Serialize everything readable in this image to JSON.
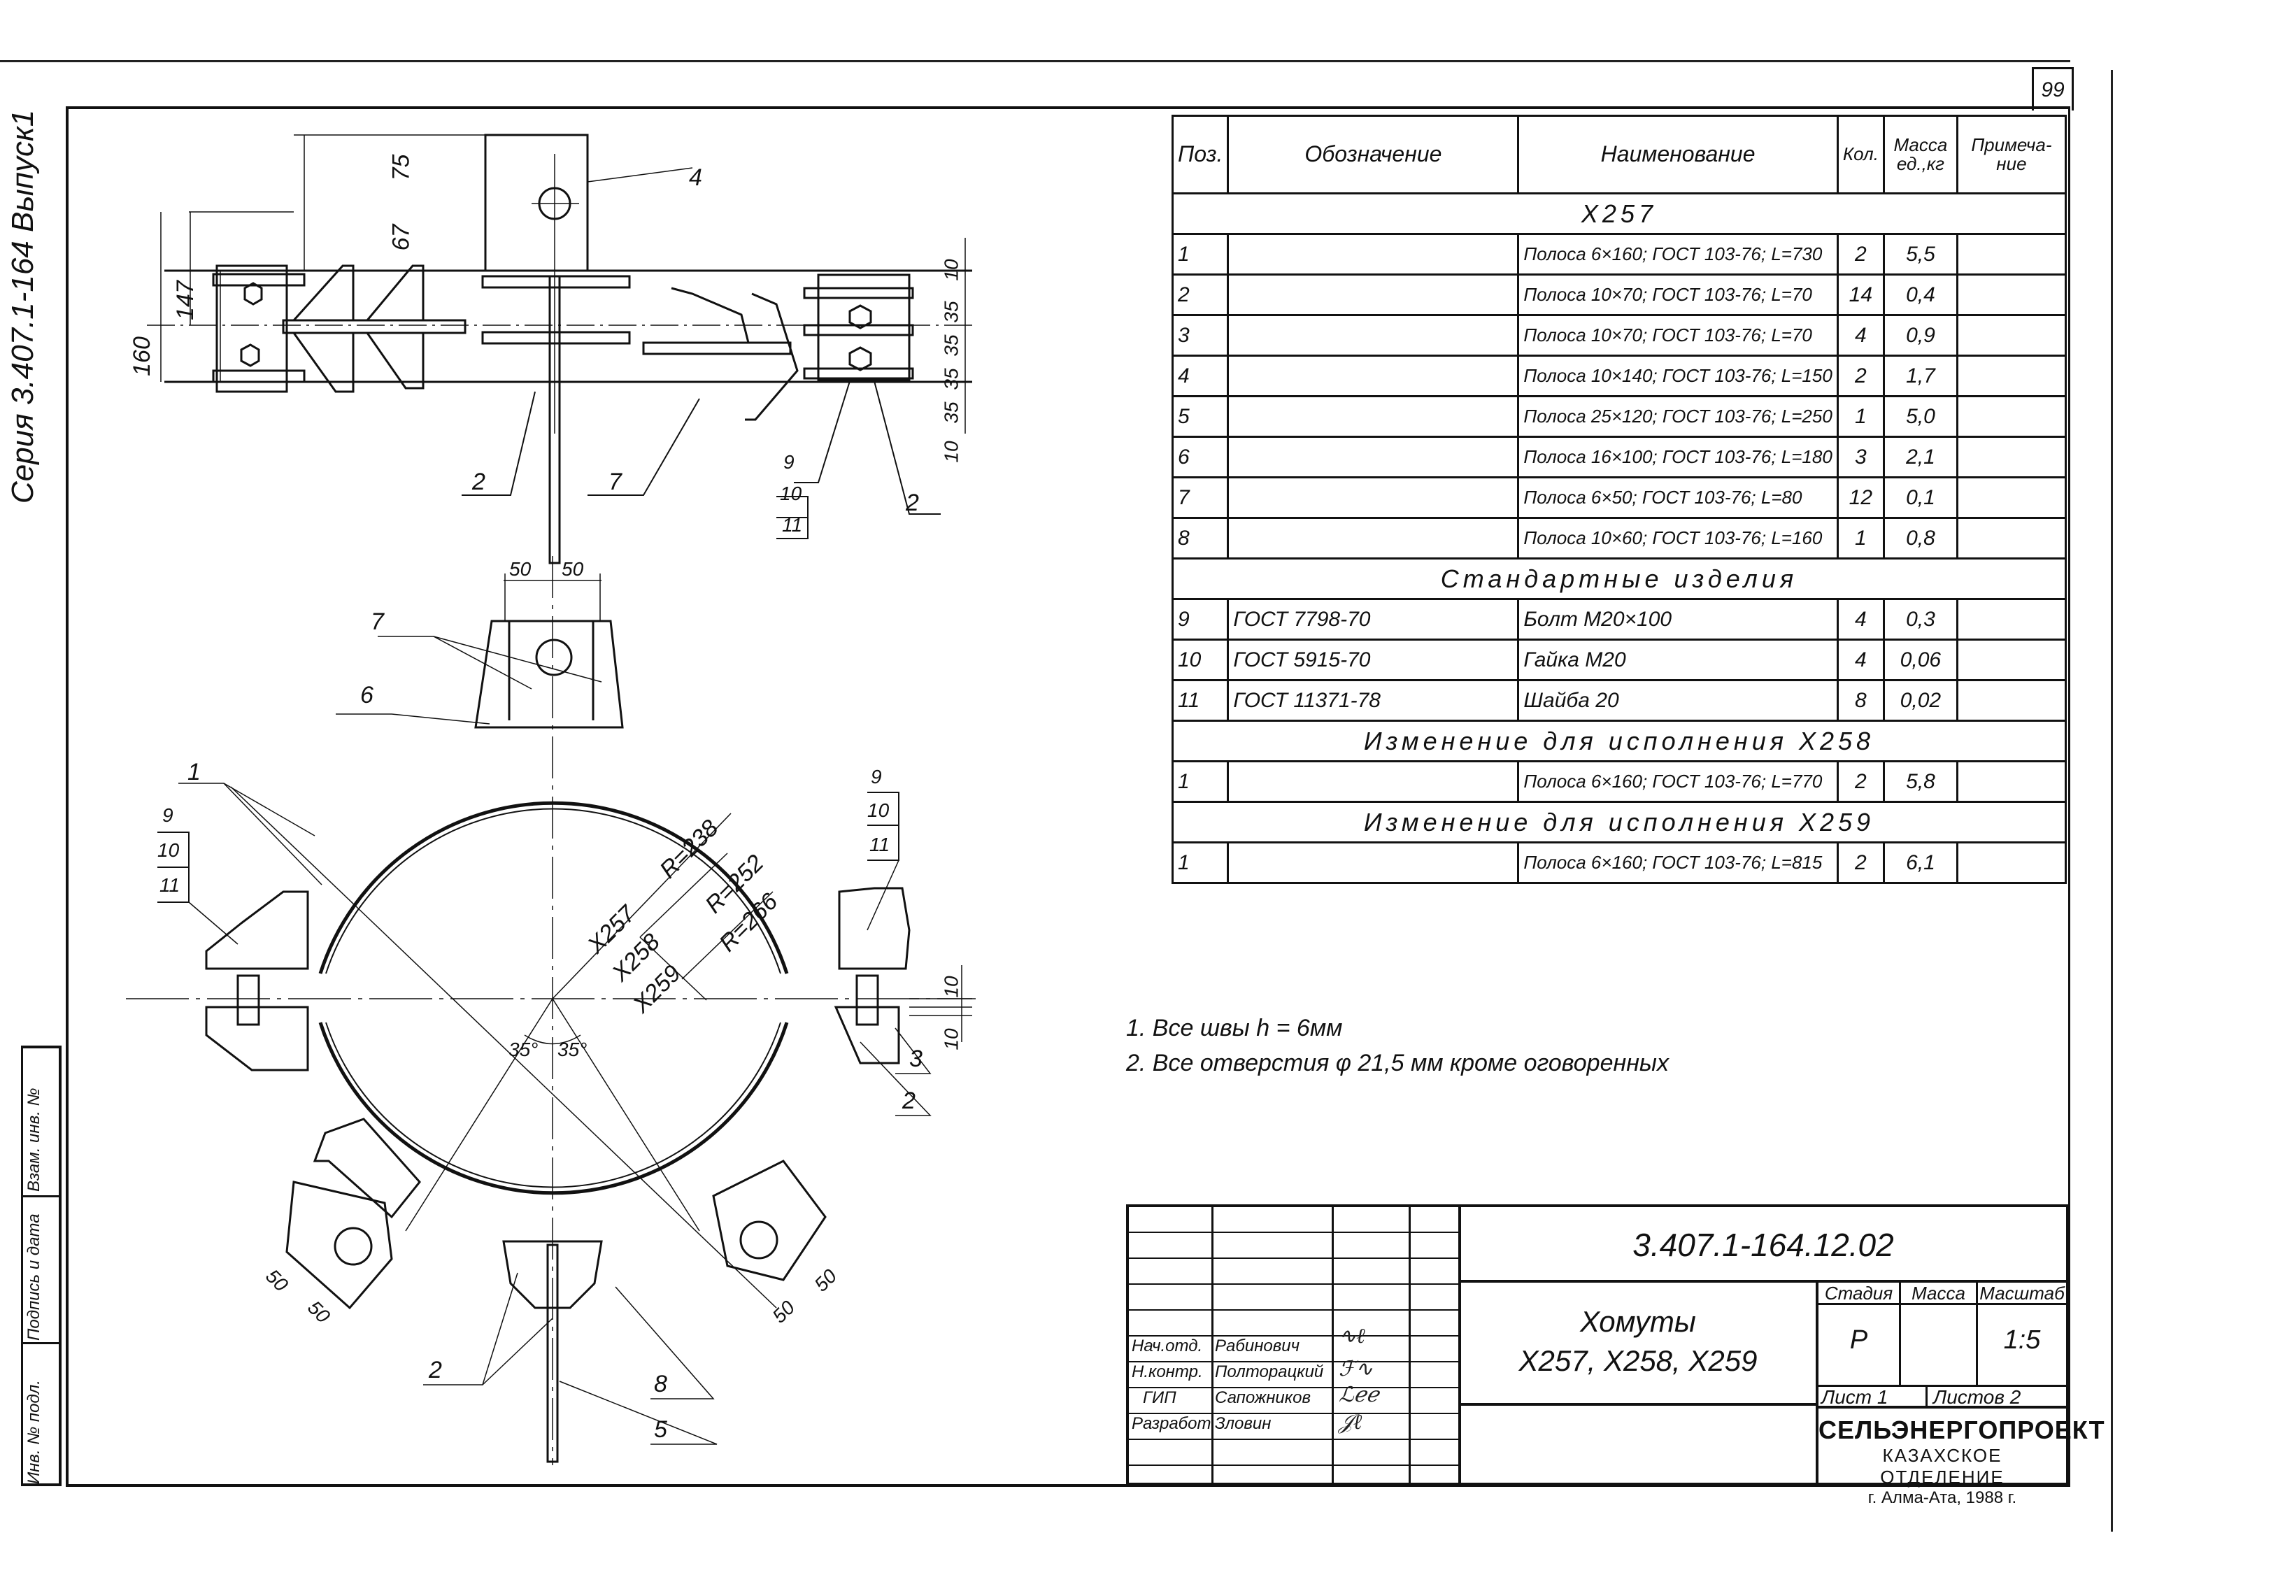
{
  "sheet_number": "99",
  "series_label": "Серия 3.407.1-164 Выпуск1",
  "margin_labels": [
    "Взам. инв. №",
    "Подпись и дата",
    "Инв. № подл."
  ],
  "spec_table": {
    "headers": {
      "pos": "Поз.",
      "designation": "Обозначение",
      "name": "Наименование",
      "qty": "Кол.",
      "mass": "Масса ед.,кг",
      "note": "Примеча-ние"
    },
    "sections": [
      {
        "title": "X257",
        "rows": [
          {
            "pos": "1",
            "designation": "",
            "name": "Полоса 6×160; ГОСТ 103-76; L=730",
            "qty": "2",
            "mass": "5,5",
            "note": ""
          },
          {
            "pos": "2",
            "designation": "",
            "name": "Полоса 10×70; ГОСТ 103-76; L=70",
            "qty": "14",
            "mass": "0,4",
            "note": ""
          },
          {
            "pos": "3",
            "designation": "",
            "name": "Полоса 10×70; ГОСТ 103-76; L=70",
            "qty": "4",
            "mass": "0,9",
            "note": ""
          },
          {
            "pos": "4",
            "designation": "",
            "name": "Полоса 10×140; ГОСТ 103-76; L=150",
            "qty": "2",
            "mass": "1,7",
            "note": ""
          },
          {
            "pos": "5",
            "designation": "",
            "name": "Полоса 25×120; ГОСТ 103-76; L=250",
            "qty": "1",
            "mass": "5,0",
            "note": ""
          },
          {
            "pos": "6",
            "designation": "",
            "name": "Полоса 16×100; ГОСТ 103-76; L=180",
            "qty": "3",
            "mass": "2,1",
            "note": ""
          },
          {
            "pos": "7",
            "designation": "",
            "name": "Полоса 6×50; ГОСТ 103-76; L=80",
            "qty": "12",
            "mass": "0,1",
            "note": ""
          },
          {
            "pos": "8",
            "designation": "",
            "name": "Полоса 10×60; ГОСТ 103-76; L=160",
            "qty": "1",
            "mass": "0,8",
            "note": ""
          }
        ]
      },
      {
        "title": "Стандартные изделия",
        "rows": [
          {
            "pos": "9",
            "designation": "ГОСТ 7798-70",
            "name": "Болт М20×100",
            "qty": "4",
            "mass": "0,3",
            "note": ""
          },
          {
            "pos": "10",
            "designation": "ГОСТ 5915-70",
            "name": "Гайка М20",
            "qty": "4",
            "mass": "0,06",
            "note": ""
          },
          {
            "pos": "11",
            "designation": "ГОСТ 11371-78",
            "name": "Шайба 20",
            "qty": "8",
            "mass": "0,02",
            "note": ""
          }
        ]
      },
      {
        "title": "Изменение для исполнения X258",
        "rows": [
          {
            "pos": "1",
            "designation": "",
            "name": "Полоса 6×160; ГОСТ 103-76; L=770",
            "qty": "2",
            "mass": "5,8",
            "note": ""
          }
        ]
      },
      {
        "title": "Изменение для исполнения X259",
        "rows": [
          {
            "pos": "1",
            "designation": "",
            "name": "Полоса 6×160; ГОСТ 103-76; L=815",
            "qty": "2",
            "mass": "6,1",
            "note": ""
          }
        ]
      }
    ]
  },
  "notes": [
    "1. Все швы h = 6мм",
    "2. Все отверстия φ 21,5 мм кроме оговоренных"
  ],
  "title_block": {
    "document_code": "3.407.1-164.12.02",
    "title_line1": "Хомуты",
    "title_line2": "X257, X258, X259",
    "stage_label": "Стадия",
    "mass_label": "Масса",
    "scale_label": "Масштаб",
    "stage_value": "Р",
    "mass_value": "",
    "scale_value": "1:5",
    "sheet_label": "Лист 1",
    "sheets_label": "Листов 2",
    "organization": "СЕЛЬЭНЕРГОПРОЕКТ",
    "division": "КАЗАХСКОЕ ОТДЕЛЕНИЕ",
    "city_year": "г. Алма-Ата, 1988 г.",
    "signatories": [
      {
        "role": "Нач.отд.",
        "name": "Рабинович"
      },
      {
        "role": "Н.контр.",
        "name": "Полторацкий"
      },
      {
        "role": "ГИП",
        "name": "Сапожников"
      },
      {
        "role": "Разработ.",
        "name": "Зловин"
      }
    ]
  },
  "drawing": {
    "top_view_dims": {
      "d75": "75",
      "d67": "67",
      "d147": "147",
      "d160": "160",
      "d10a": "10",
      "d35a": "35",
      "d35b": "35",
      "d35c": "35",
      "d35d": "35",
      "d10b": "10"
    },
    "front_view_dims": {
      "w50a": "50",
      "w50b": "50",
      "r238": "R=238",
      "r252": "R=252",
      "r266": "R=266",
      "x257": "X257",
      "x258": "X258",
      "x259": "X259",
      "ang_a": "35°",
      "ang_b": "35°",
      "gap10a": "10",
      "gap10b": "10",
      "bl50a": "50",
      "bl50b": "50",
      "br50a": "50",
      "br50b": "50"
    },
    "callouts": {
      "c1": "1",
      "c2a": "2",
      "c2b": "2",
      "c2c": "2",
      "c2d": "2",
      "c3": "3",
      "c4": "4",
      "c5": "5",
      "c6": "6",
      "c7a": "7",
      "c7b": "7",
      "c8": "8",
      "c9a": "9",
      "c10a": "10",
      "c11a": "11",
      "c9b": "9",
      "c10b": "10",
      "c11b": "11",
      "c9c": "9",
      "c10c": "10",
      "c11c": "11"
    }
  }
}
